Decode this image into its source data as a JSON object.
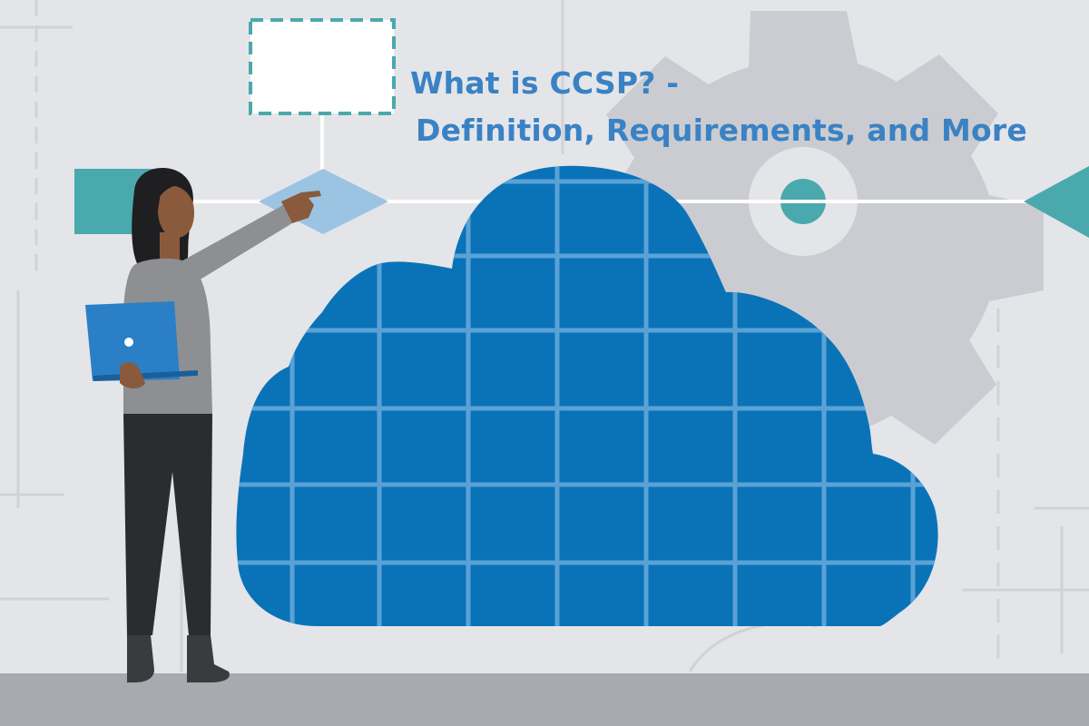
{
  "title": {
    "line1": "What is CCSP? -",
    "line2": "Definition, Requirements, and More"
  },
  "colors": {
    "background": "#e4e5e9",
    "cloud": "#0a73b8",
    "cloud_grid": "#5aa2d6",
    "teal": "#4aa9ad",
    "diamond": "#9bc4e2",
    "gear": "#cbccd1",
    "title": "#3a82c4",
    "floor": "#a9aab0"
  },
  "icons": [
    "cloud-icon",
    "gear-icon",
    "laptop-icon",
    "person-illustration",
    "flowchart-diamond",
    "teal-arrow-icon"
  ]
}
